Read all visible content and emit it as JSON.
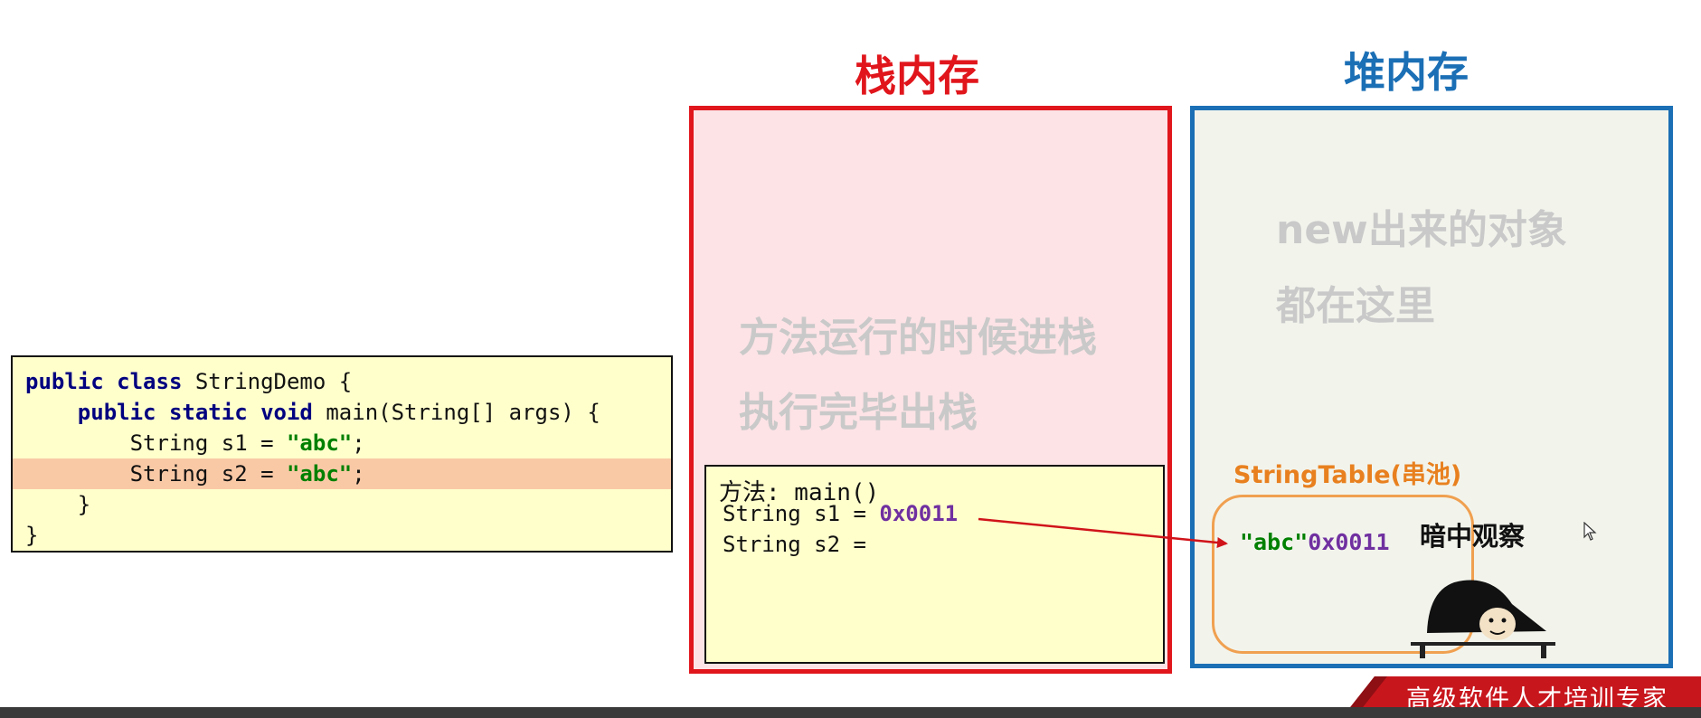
{
  "code": {
    "lines": [
      {
        "parts": [
          {
            "t": "public class",
            "c": "kw"
          },
          {
            "t": " StringDemo {",
            "c": ""
          }
        ]
      },
      {
        "parts": [
          {
            "t": "    ",
            "c": ""
          },
          {
            "t": "public static void",
            "c": "kw"
          },
          {
            "t": " main(String[] args) {",
            "c": ""
          }
        ]
      },
      {
        "parts": [
          {
            "t": "        String s1 = ",
            "c": ""
          },
          {
            "t": "\"abc\"",
            "c": "str"
          },
          {
            "t": ";",
            "c": ""
          }
        ]
      },
      {
        "parts": [
          {
            "t": "        String s2 = ",
            "c": ""
          },
          {
            "t": "\"abc\"",
            "c": "str"
          },
          {
            "t": ";",
            "c": ""
          }
        ],
        "highlight": true
      },
      {
        "parts": [
          {
            "t": "    }",
            "c": ""
          }
        ]
      },
      {
        "parts": [
          {
            "t": "}",
            "c": ""
          }
        ]
      }
    ]
  },
  "stack": {
    "title": "栈内存",
    "note_line1": "方法运行的时候进栈",
    "note_line2": "执行完毕出栈",
    "frame": {
      "title": "方法: main()",
      "row1_text": "String s1 = ",
      "row1_addr": "0x0011",
      "row2_text": "String s2 ="
    }
  },
  "heap": {
    "title": "堆内存",
    "note_line1": "new出来的对象",
    "note_line2": "都在这里",
    "string_table_label": "StringTable(串池)",
    "entry_value": "\"abc\"",
    "entry_addr": "0x0011",
    "observer_caption": "暗中观察"
  },
  "banner": {
    "text": "高级软件人才培训专家"
  },
  "colors": {
    "stack_border": "#e0161c",
    "heap_border": "#1b6fb5",
    "string_table": "#e8801f",
    "address": "#7030a0",
    "string_literal": "#008000",
    "keyword": "#000080",
    "arrow": "#d0131a"
  }
}
